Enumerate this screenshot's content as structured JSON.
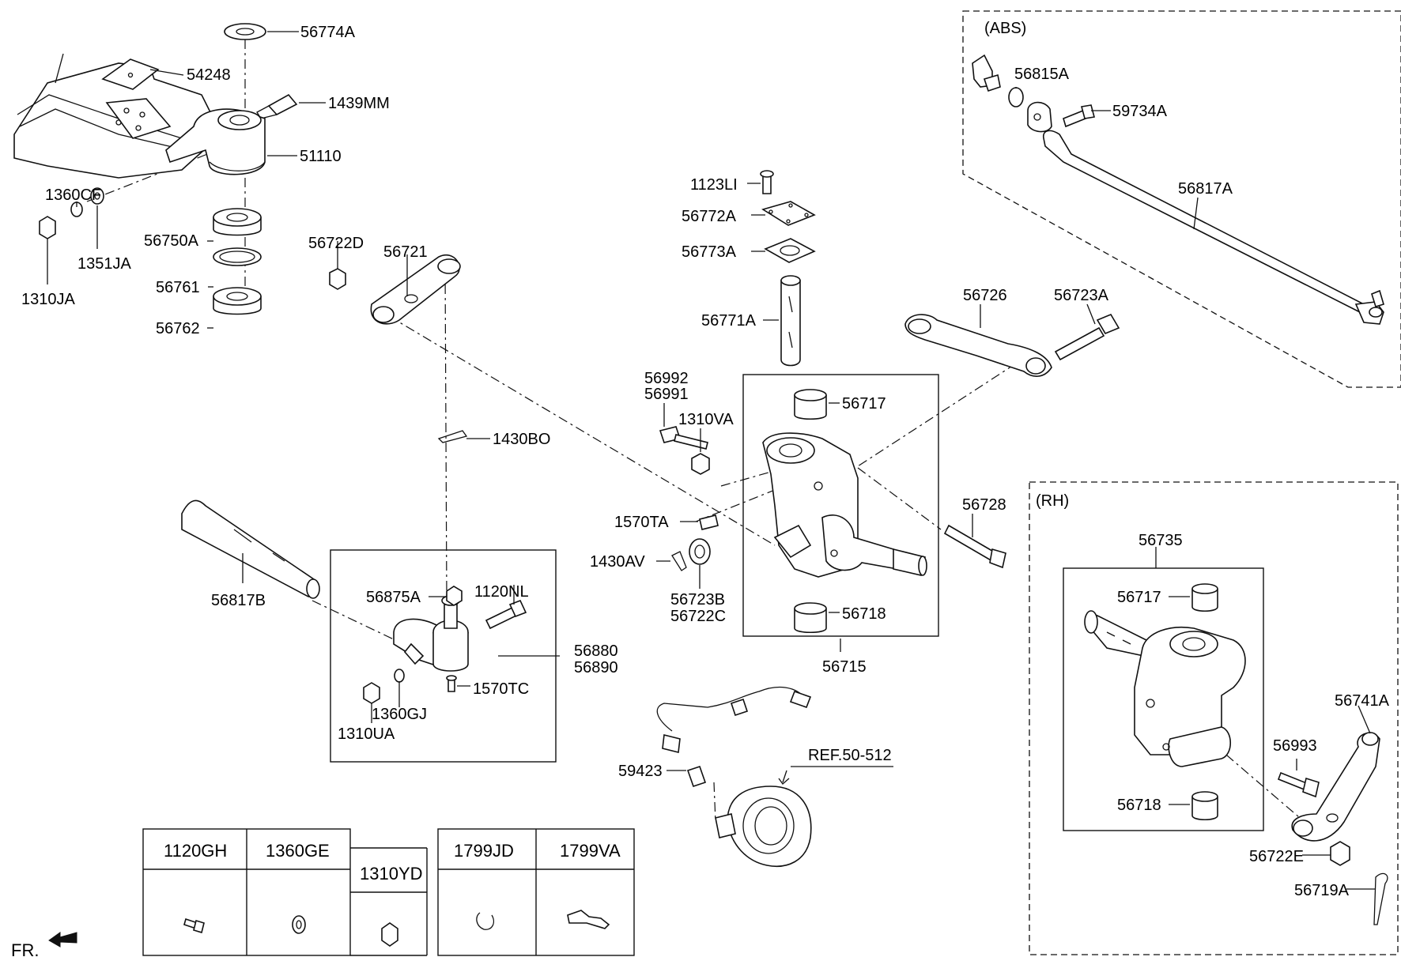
{
  "labels": {
    "p56774A": "56774A",
    "p54248": "54248",
    "p1439MM": "1439MM",
    "p51110": "51110",
    "p1360CF": "1360CF",
    "p56750A": "56750A",
    "p1351JA": "1351JA",
    "p1310JA": "1310JA",
    "p56761": "56761",
    "p56762": "56762",
    "p56722D": "56722D",
    "p56721": "56721",
    "p1430BO": "1430BO",
    "p56817B": "56817B",
    "p56875A": "56875A",
    "p1120NL": "1120NL",
    "p56880": "56880",
    "p56890": "56890",
    "p1360GJ": "1360GJ",
    "p1310UA": "1310UA",
    "p1570TC": "1570TC",
    "p1123LI": "1123LI",
    "p56772A": "56772A",
    "p56773A": "56773A",
    "p56771A": "56771A",
    "p56992": "56992",
    "p56991": "56991",
    "p1310VA": "1310VA",
    "p56717": "56717",
    "p1570TA": "1570TA",
    "p1430AV": "1430AV",
    "p56723B": "56723B",
    "p56722C": "56722C",
    "p56718": "56718",
    "p56715": "56715",
    "p56726": "56726",
    "p56723A": "56723A",
    "p56728": "56728",
    "abs": "(ABS)",
    "p56815A": "56815A",
    "p59734A": "59734A",
    "p56817A": "56817A",
    "rh": "(RH)",
    "p56735": "56735",
    "rh56717": "56717",
    "rh56718": "56718",
    "p56741A": "56741A",
    "p56993": "56993",
    "p56722E": "56722E",
    "p56719A": "56719A",
    "p59423": "59423",
    "ref": "REF.50-512",
    "fr": "FR."
  },
  "legend": {
    "c1120GH": "1120GH",
    "c1360GE": "1360GE",
    "c1310YD": "1310YD",
    "c1799JD": "1799JD",
    "c1799VA": "1799VA"
  }
}
